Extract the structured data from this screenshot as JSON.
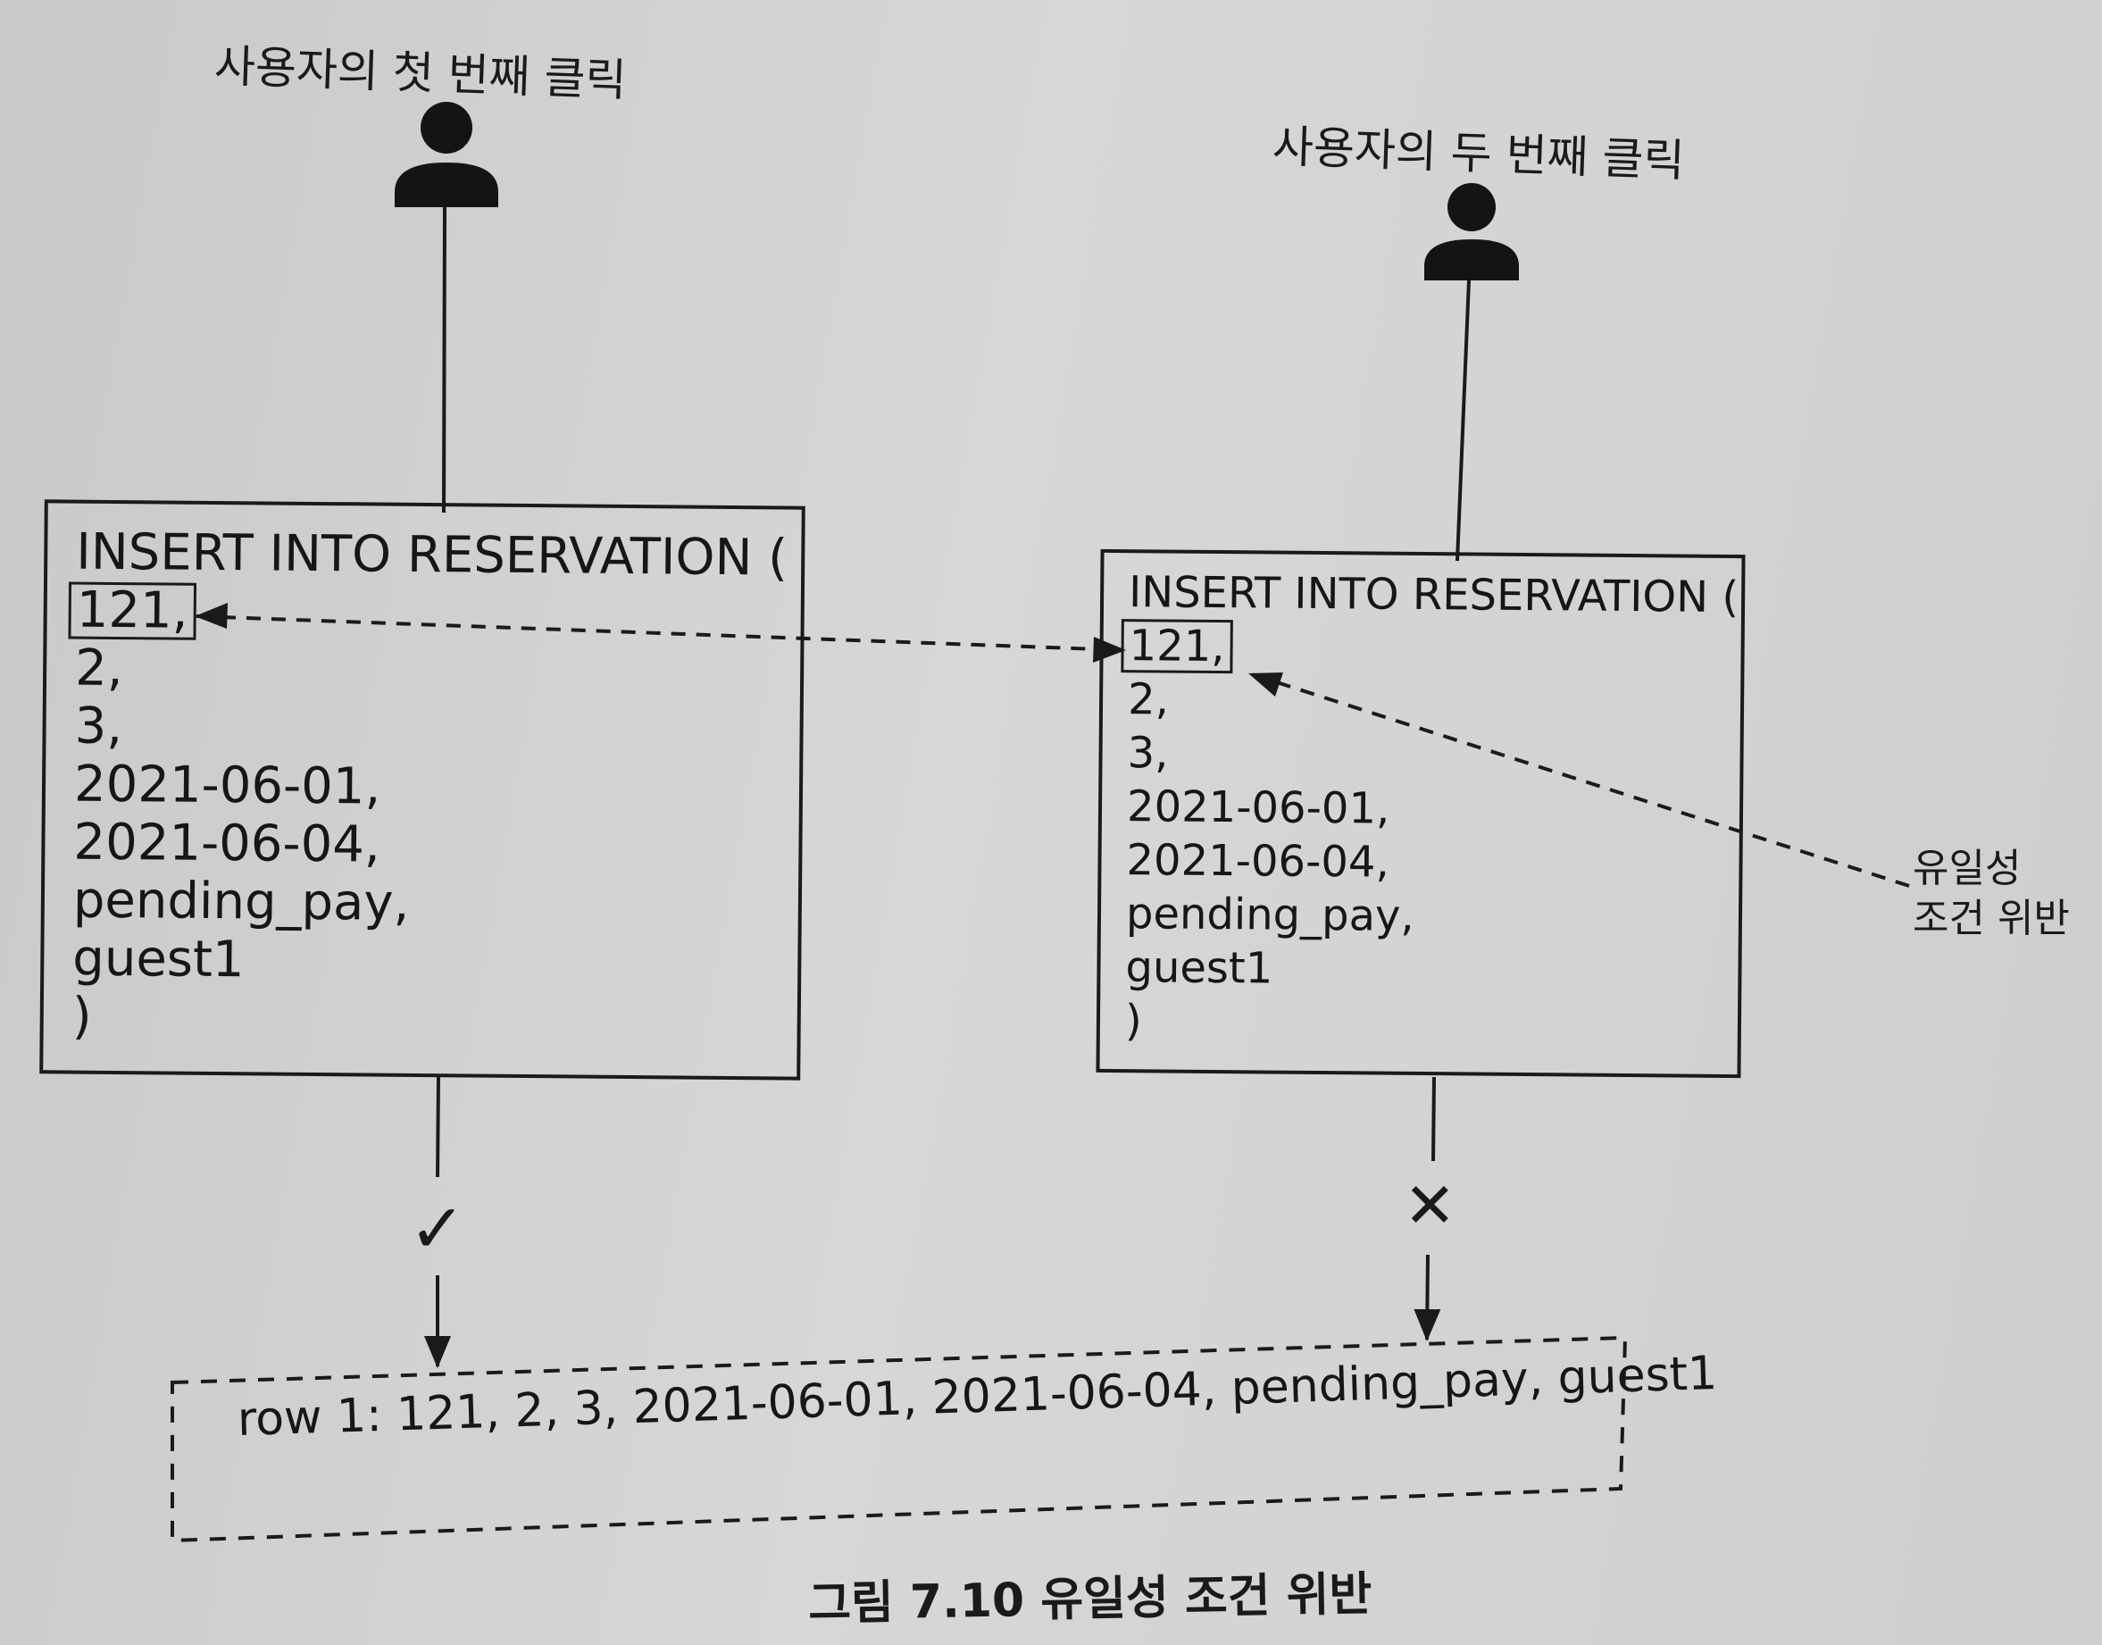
{
  "actors": {
    "first": {
      "label": "사용자의 첫 번째 클릭"
    },
    "second": {
      "label": "사용자의 두 번째 클릭"
    }
  },
  "statements": {
    "first": {
      "header": "INSERT INTO RESERVATION (",
      "values": [
        "121,",
        "2,",
        "3,",
        "2021-06-01,",
        "2021-06-04,",
        "pending_pay,",
        "guest1"
      ],
      "footer": ")"
    },
    "second": {
      "header": "INSERT INTO RESERVATION (",
      "values": [
        "121,",
        "2,",
        "3,",
        "2021-06-01,",
        "2021-06-04,",
        "pending_pay,",
        "guest1"
      ],
      "footer": ")"
    }
  },
  "violation_note": {
    "line1": "유일성",
    "line2": "조건 위반"
  },
  "results": {
    "first_mark": "✓",
    "second_mark": "✕"
  },
  "table_row": {
    "text": "row 1: 121, 2, 3, 2021-06-01, 2021-06-04, pending_pay, guest1"
  },
  "caption": "그림 7.10 유일성 조건 위반"
}
